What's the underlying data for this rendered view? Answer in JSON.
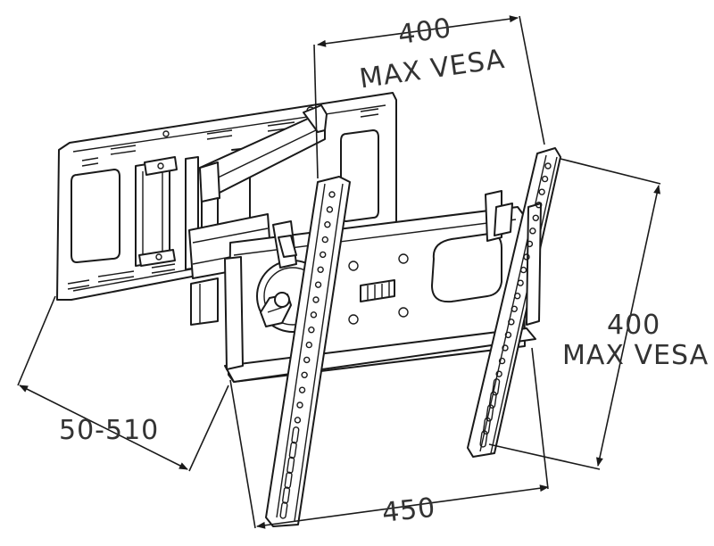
{
  "dimensions": {
    "top_width": {
      "value": "400",
      "caption": "MAX VESA"
    },
    "right_height": {
      "value": "400",
      "caption": "MAX VESA"
    },
    "extension": {
      "value": "50-510"
    },
    "bottom_width": {
      "value": "450"
    }
  },
  "colors": {
    "line": "#1a1a1a",
    "text": "#333333",
    "background": "#ffffff"
  }
}
